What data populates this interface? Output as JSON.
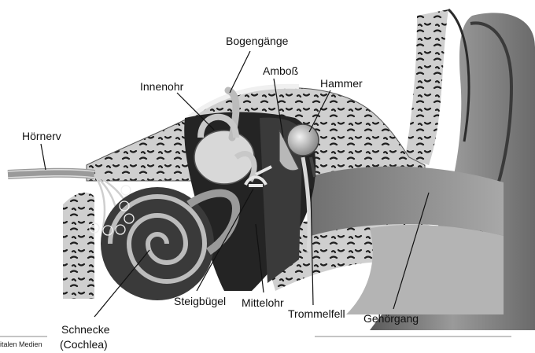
{
  "labels": {
    "bogengaenge": "Bogengänge",
    "amboss": "Amboß",
    "hammer": "Hammer",
    "innenohr": "Innenohr",
    "hoernerv": "Hörnerv",
    "schnecke": "Schnecke",
    "cochlea": "(Cochlea)",
    "steigbuegel": "Steigbügel",
    "mittelohr": "Mittelohr",
    "trommelfell": "Trommelfell",
    "gehoergang": "Gehörgang"
  },
  "footer": {
    "credit_fragment": "italen Medien"
  },
  "colors": {
    "background": "#ffffff",
    "bone": "#c9c9c9",
    "dark_cavity": "#2a2a2a",
    "canal": "#8c8c8c",
    "outer_ear": "#7a7a7a",
    "cochlea": "#3a3a3a",
    "ink": "#111111"
  }
}
